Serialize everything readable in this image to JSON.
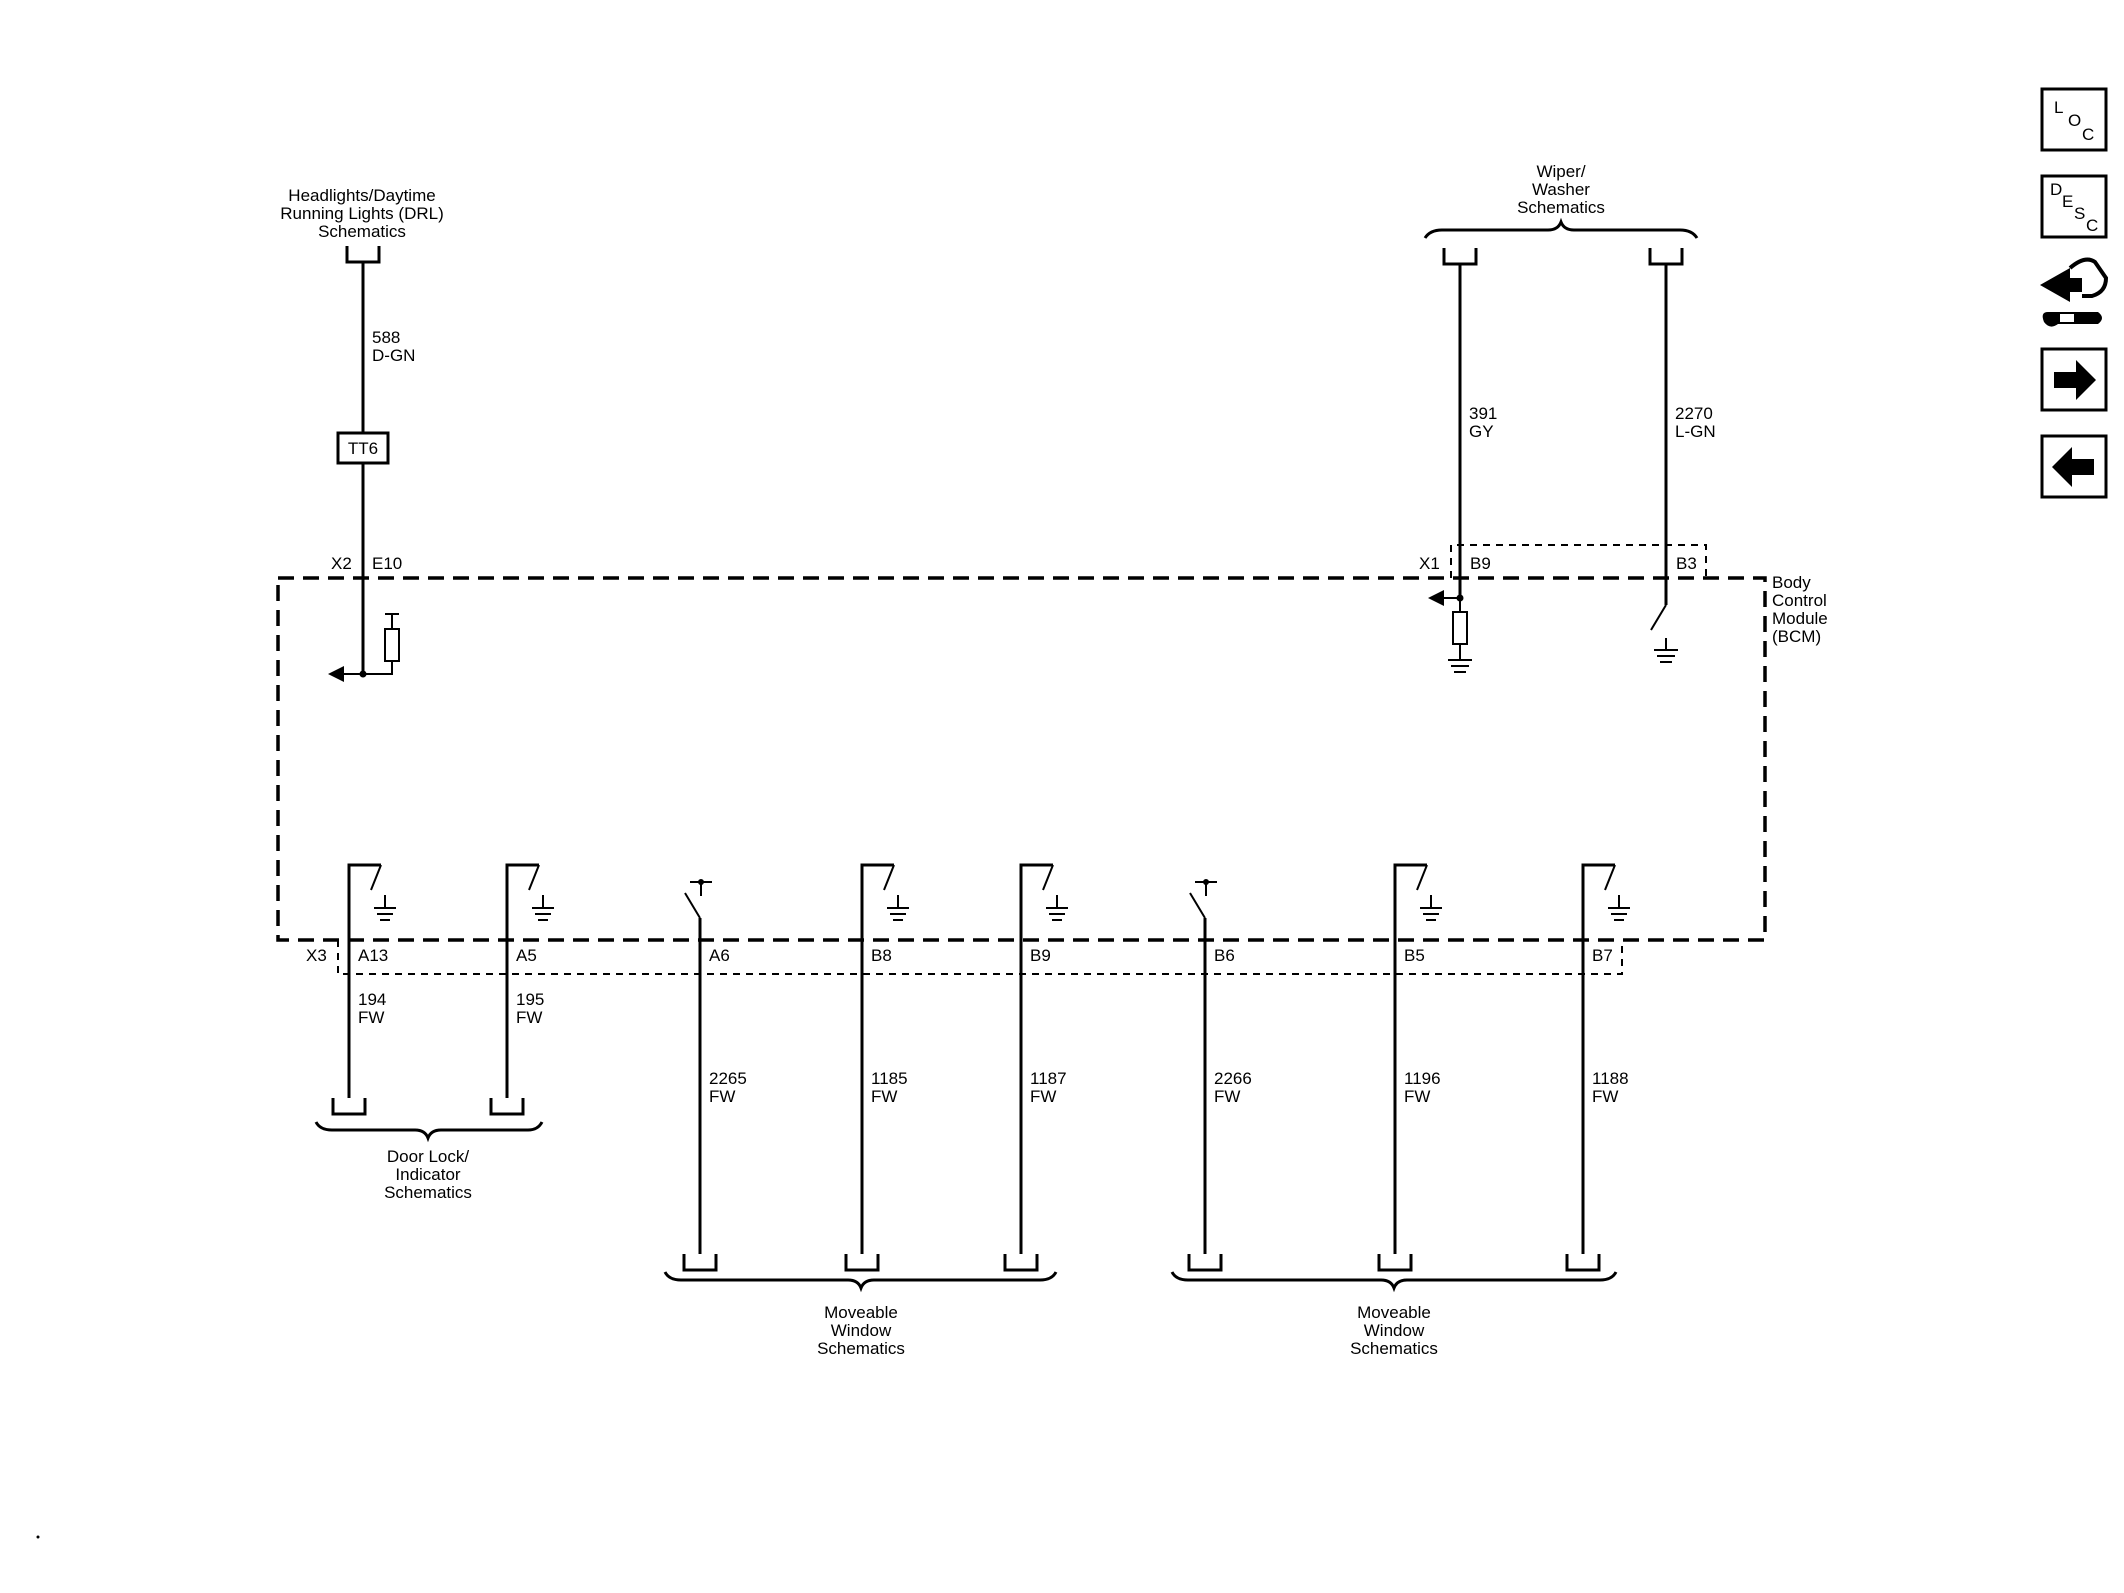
{
  "module": {
    "label": [
      "Body",
      "Control",
      "Module",
      "(BCM)"
    ]
  },
  "top_refs": {
    "headlights": [
      "Headlights/Daytime",
      "Running Lights (DRL)",
      "Schematics"
    ],
    "wiper": [
      "Wiper/",
      "Washer",
      "Schematics"
    ]
  },
  "connectors": {
    "x1": "X1",
    "x2": "X2",
    "x3": "X3"
  },
  "pins": {
    "e10": "E10",
    "b9_top": "B9",
    "b3": "B3",
    "a13": "A13",
    "a5": "A5",
    "a6": "A6",
    "b8": "B8",
    "b9_bot": "B9",
    "b6": "B6",
    "b5": "B5",
    "b7": "B7"
  },
  "splice": {
    "label": "TT6"
  },
  "wires": {
    "w588": {
      "circuit": "588",
      "color": "D-GN"
    },
    "w391": {
      "circuit": "391",
      "color": "GY"
    },
    "w2270": {
      "circuit": "2270",
      "color": "L-GN"
    },
    "w194": {
      "circuit": "194",
      "color": "FW"
    },
    "w195": {
      "circuit": "195",
      "color": "FW"
    },
    "w2265": {
      "circuit": "2265",
      "color": "FW"
    },
    "w1185": {
      "circuit": "1185",
      "color": "FW"
    },
    "w1187": {
      "circuit": "1187",
      "color": "FW"
    },
    "w2266": {
      "circuit": "2266",
      "color": "FW"
    },
    "w1196": {
      "circuit": "1196",
      "color": "FW"
    },
    "w1188": {
      "circuit": "1188",
      "color": "FW"
    }
  },
  "bottom_refs": {
    "door_lock": [
      "Door Lock/",
      "Indicator",
      "Schematics"
    ],
    "window_left": [
      "Moveable",
      "Window",
      "Schematics"
    ],
    "window_right": [
      "Moveable",
      "Window",
      "Schematics"
    ]
  },
  "nav": {
    "loc": {
      "letters": [
        "L",
        "O",
        "C"
      ]
    },
    "desc": {
      "letters": [
        "D",
        "E",
        "S",
        "C"
      ]
    },
    "icons": [
      "connector-icon",
      "forward-arrow-icon",
      "back-arrow-icon"
    ]
  }
}
